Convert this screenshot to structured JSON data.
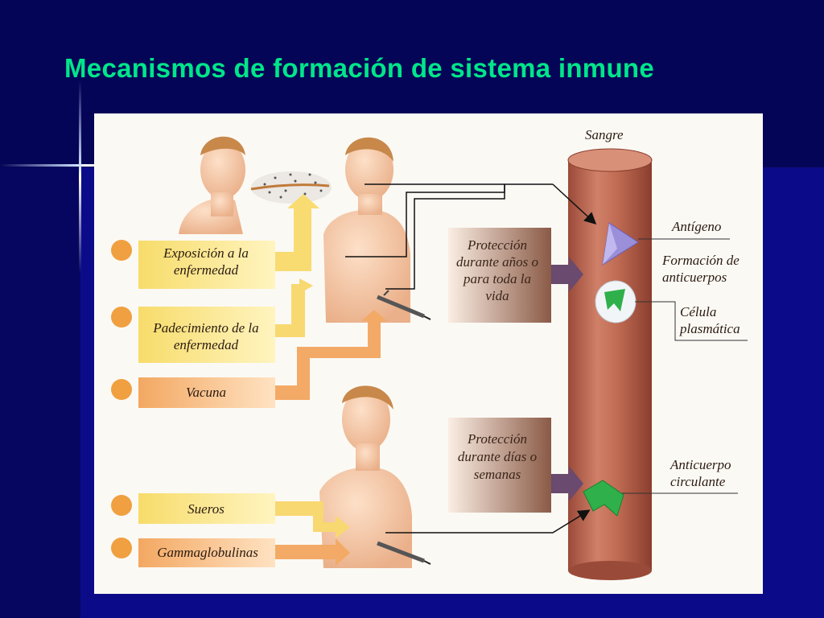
{
  "slide": {
    "title": "Mecanismos de formación de sistema inmune"
  },
  "diagram": {
    "sources": {
      "exposicion": "Exposición a la enfermedad",
      "padecimiento": "Padecimiento de la enfermedad",
      "vacuna": "Vacuna",
      "sueros": "Sueros",
      "gammaglobulinas": "Gammaglobulinas"
    },
    "protection": {
      "long": "Protección durante años o para toda la vida",
      "short": "Protección durante días o semanas"
    },
    "blood": {
      "label": "Sangre",
      "antigen": "Antígeno",
      "antibody_formation": "Formación de anticuerpos",
      "plasma_cell": "Célula plasmática",
      "circulating_antibody": "Anticuerpo circulante"
    },
    "colors": {
      "arrow_yellow": "#f5c842",
      "arrow_orange": "#f0a050",
      "bullet": "#f0a040",
      "protection_box": "#a57a62",
      "vessel": "#b8604a",
      "antigen": "#9a8fd8",
      "antibody": "#2fb04a"
    }
  }
}
